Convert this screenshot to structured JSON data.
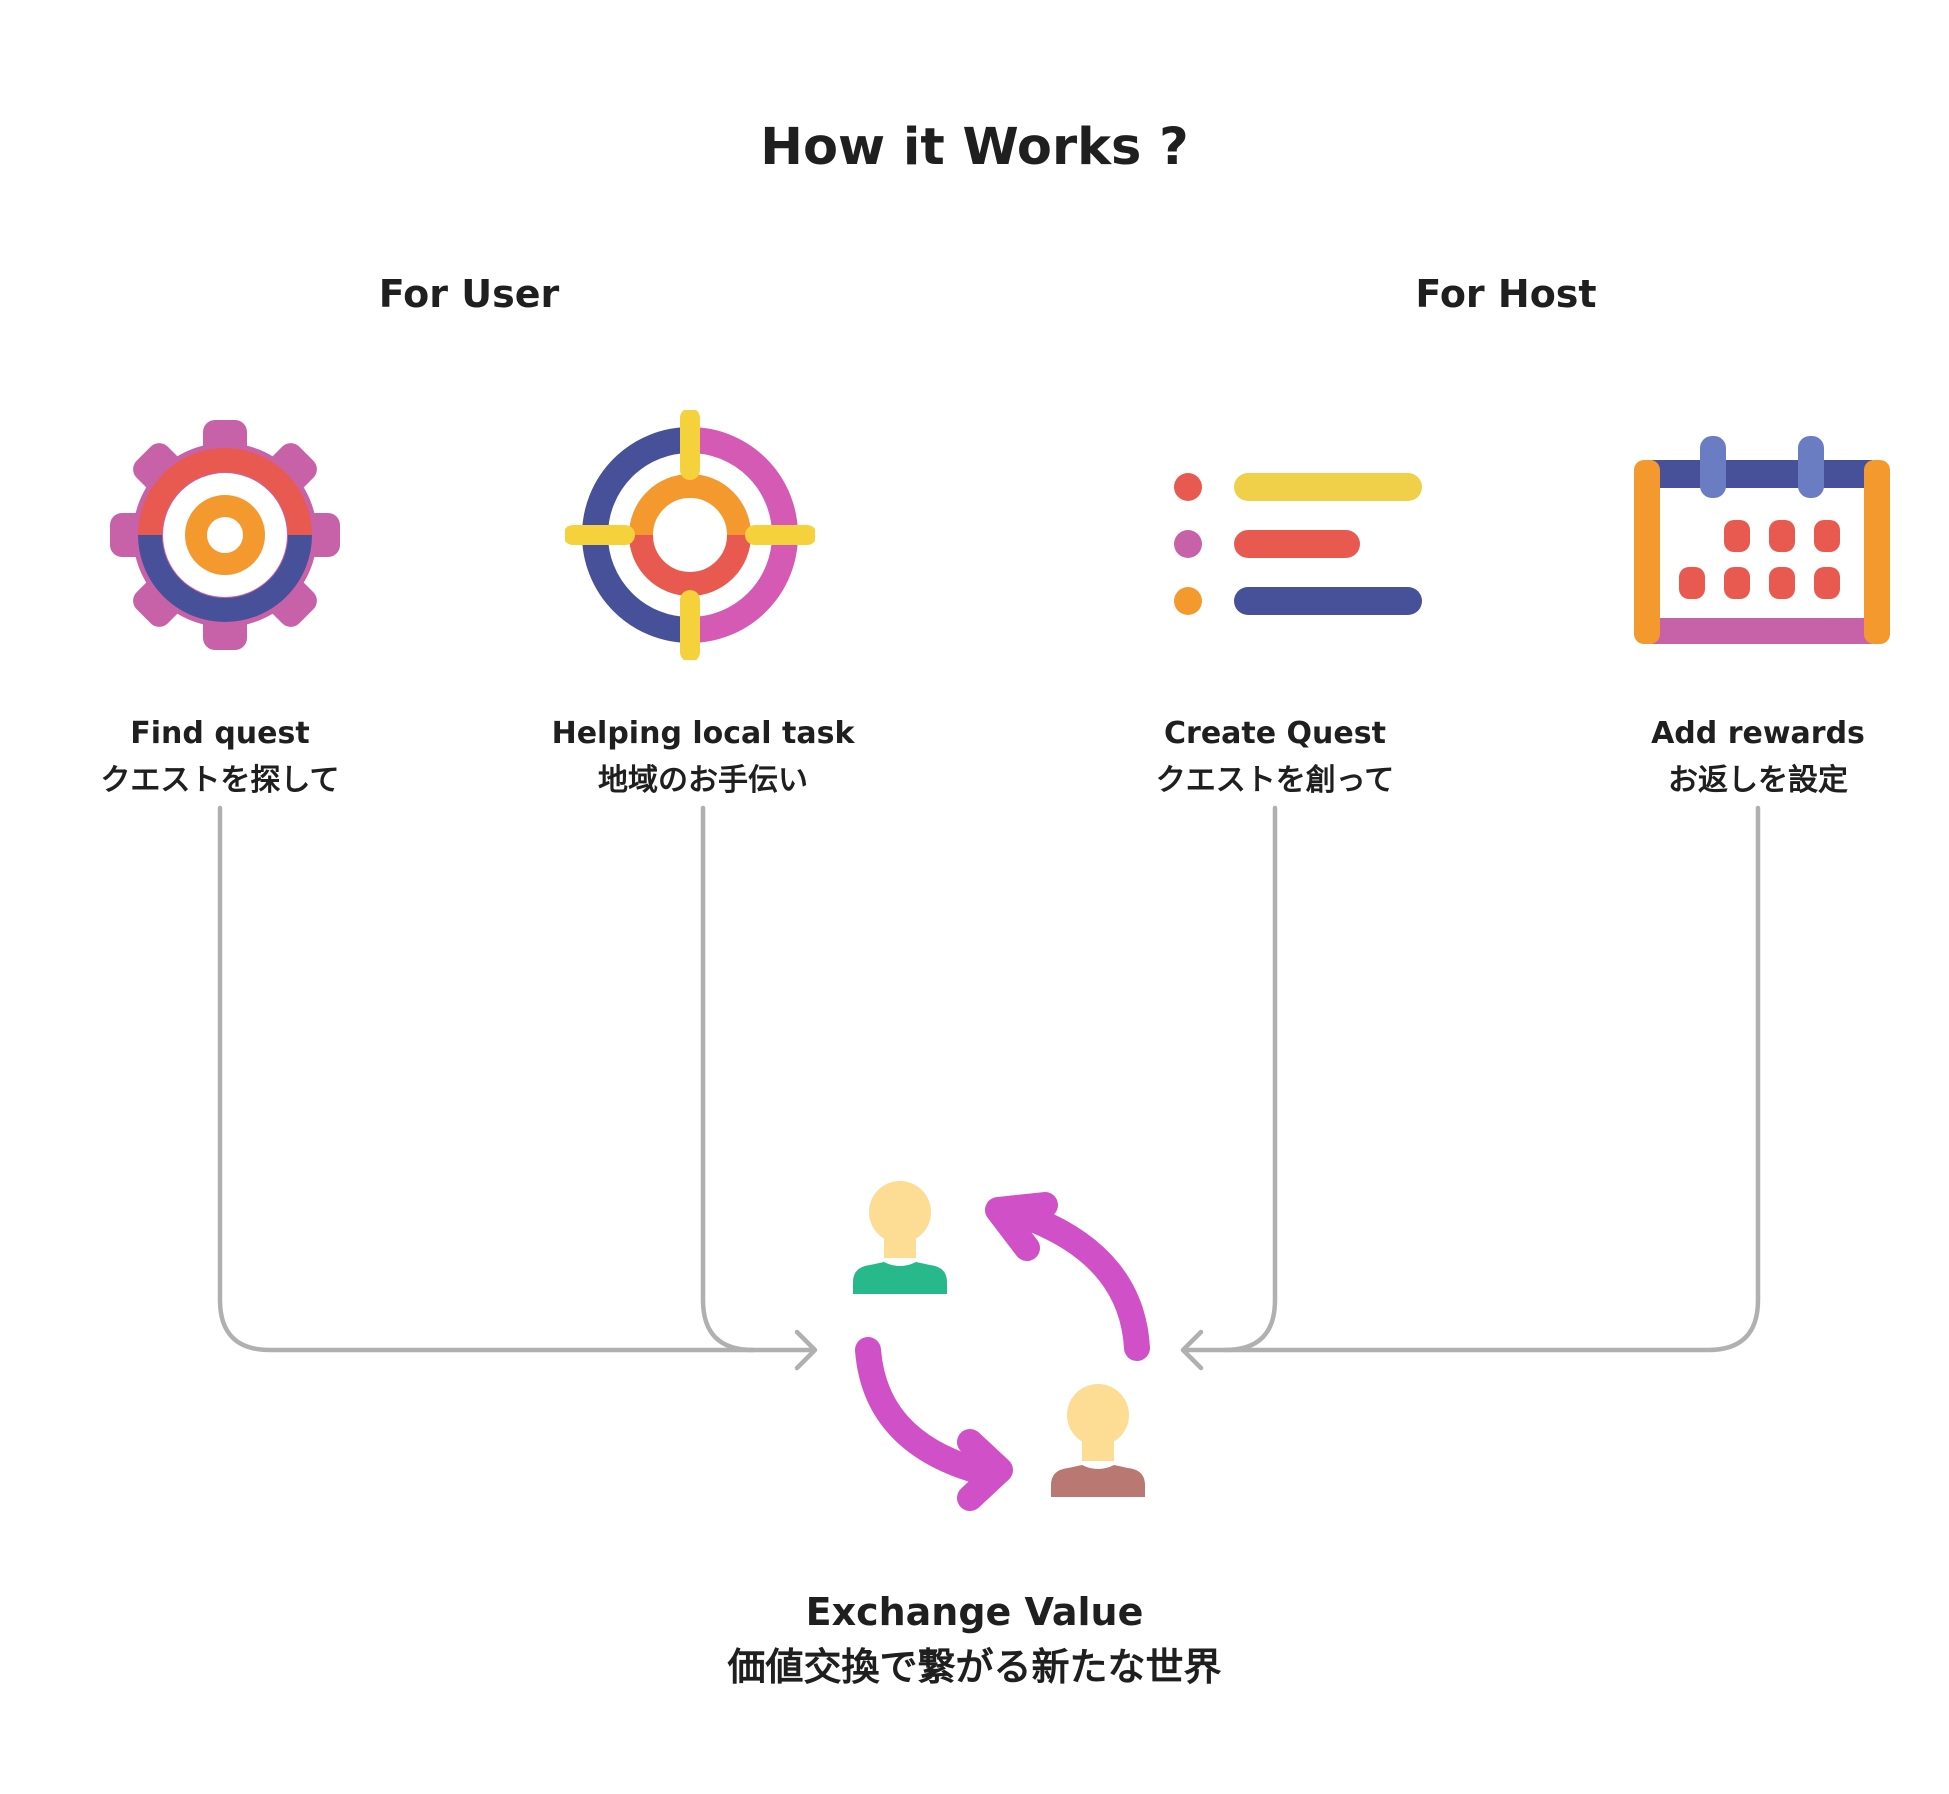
{
  "page": {
    "title": "How it Works ?"
  },
  "sections": {
    "user": {
      "title": "For User"
    },
    "host": {
      "title": "For Host"
    }
  },
  "steps": [
    {
      "en": "Find quest",
      "jp": "クエストを探して",
      "icon": "gear-target-icon"
    },
    {
      "en": "Helping local task",
      "jp": "地域のお手伝い",
      "icon": "crosshair-icon"
    },
    {
      "en": "Create Quest",
      "jp": "クエストを創って",
      "icon": "list-icon"
    },
    {
      "en": "Add rewards",
      "jp": "お返しを設定",
      "icon": "calendar-icon"
    }
  ],
  "center": {
    "en": "Exchange Value",
    "jp": "価値交換で繋がる新たな世界",
    "icon": "exchange-people-icon"
  },
  "colors": {
    "pink": "#c862a8",
    "red": "#e85a4f",
    "orange": "#f4992e",
    "navy": "#47519a",
    "yellow": "#f5d13b",
    "magenta": "#d050c8",
    "connector": "#b0b0b0",
    "skin": "#fddc94",
    "green": "#27b98a",
    "brown": "#b97872"
  }
}
